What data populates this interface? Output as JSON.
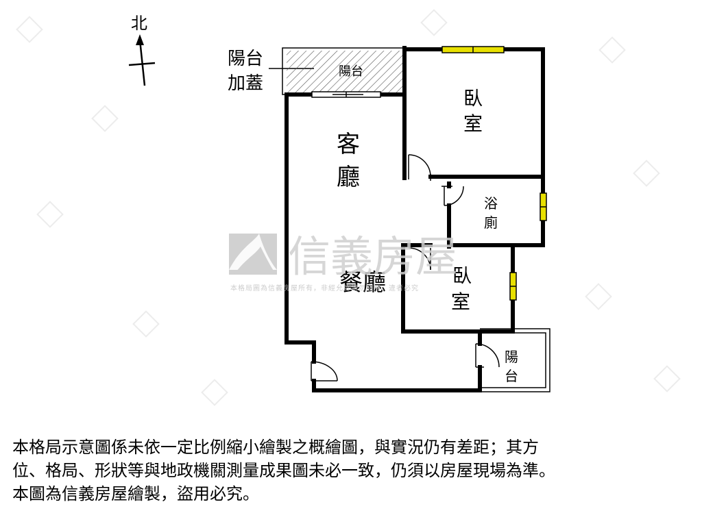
{
  "compass": {
    "north_label": "北"
  },
  "balcony_extension": {
    "line1": "陽台",
    "line2": "加蓋"
  },
  "rooms": {
    "balcony_north": "陽台",
    "bedroom_north": [
      "臥",
      "室"
    ],
    "living_room": [
      "客",
      "廳"
    ],
    "bathroom": [
      "浴",
      "廁"
    ],
    "dining_room": "餐廳",
    "bedroom_south": [
      "臥",
      "室"
    ],
    "balcony_south": [
      "陽",
      "台"
    ]
  },
  "watermark": {
    "brand": "信義房屋",
    "notice": "本格局圖為信義房屋所有，非經允許請勿盜用，違者必究"
  },
  "disclaimer": [
    "本格局示意圖係未依一定比例縮小繪製之概繪圖，與實況仍有差距；其方",
    "位、格局、形狀等與地政機關測量成果圖未必一致，仍須以房屋現場為準。",
    "本圖為信義房屋繪製，盜用必究。"
  ],
  "colors": {
    "wall": "#000000",
    "window": "#e8e000",
    "watermark": "#d3d3d3"
  }
}
